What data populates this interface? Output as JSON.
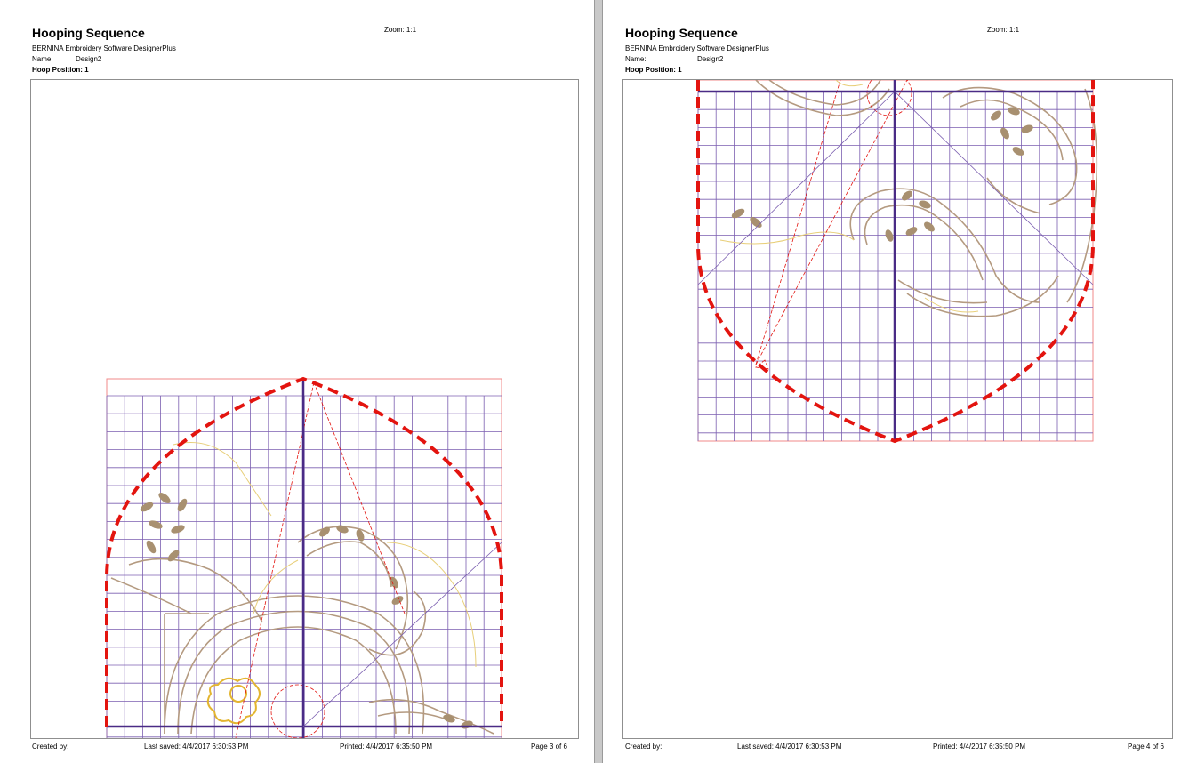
{
  "pages": [
    {
      "title": "Hooping Sequence",
      "zoom_label": "Zoom:",
      "zoom_value": "1:1",
      "software": "BERNINA Embroidery Software DesignerPlus",
      "name_label": "Name:",
      "name_value": "Design2",
      "hoop_position": "Hoop Position: 1",
      "footer": {
        "created_by": "Created by:",
        "last_saved": "Last saved: 4/4/2017 6:30:53 PM",
        "printed": "Printed: 4/4/2017 6:35:50 PM",
        "page": "Page 3 of 6"
      }
    },
    {
      "title": "Hooping Sequence",
      "zoom_label": "Zoom:",
      "zoom_value": "1:1",
      "software": "BERNINA Embroidery Software DesignerPlus",
      "name_label": "Name:",
      "name_value": "Design2",
      "hoop_position": "Hoop Position: 1",
      "footer": {
        "created_by": "Created by:",
        "last_saved": "Last saved: 4/4/2017 6:30:53 PM",
        "printed": "Printed: 4/4/2017 6:35:50 PM",
        "page": "Page 4 of 6"
      }
    }
  ],
  "colors": {
    "hoop_outline": "#e3140f",
    "grid": "#7b5fb0",
    "axis": "#4a2b86",
    "bounding_box": "#f08a8a",
    "embroidery_outline": "#b49a80",
    "embroidery_fill": "#a89070",
    "gold_thread": "#e3b530"
  }
}
